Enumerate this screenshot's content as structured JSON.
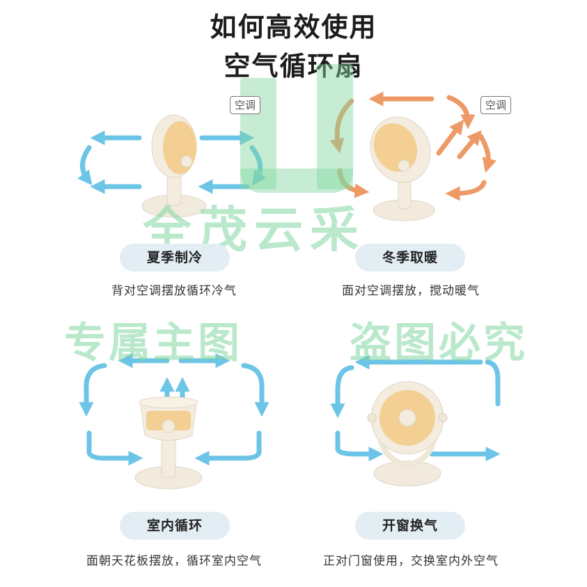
{
  "header": {
    "title_line1": "如何高效使用",
    "title_line2": "空气循环扇"
  },
  "colors": {
    "cool_arrow": "#6cc4e6",
    "warm_arrow": "#ee9a66",
    "fan_body": "#f3ecdf",
    "fan_blade": "#f3cf94",
    "pill_bg": "#e2edf4",
    "watermark": "#80d6a0"
  },
  "icons": {
    "fan": "circulation-fan-icon",
    "arrow": "airflow-arrow-icon",
    "ac": "air-conditioner-tag"
  },
  "panels": [
    {
      "tag": "空调",
      "mode": "夏季制冷",
      "desc": "背对空调摆放循环冷气"
    },
    {
      "tag": "空调",
      "mode": "冬季取暖",
      "desc": "面对空调摆放，搅动暖气"
    },
    {
      "mode": "室内循环",
      "desc": "面朝天花板摆放，循环室内空气"
    },
    {
      "mode": "开窗换气",
      "desc": "正对门窗使用，交换室内外空气"
    }
  ],
  "watermarks": {
    "big_mark": "U",
    "brand": "全茂云采",
    "line_left": "专属主图",
    "line_right": "盗图必究"
  }
}
